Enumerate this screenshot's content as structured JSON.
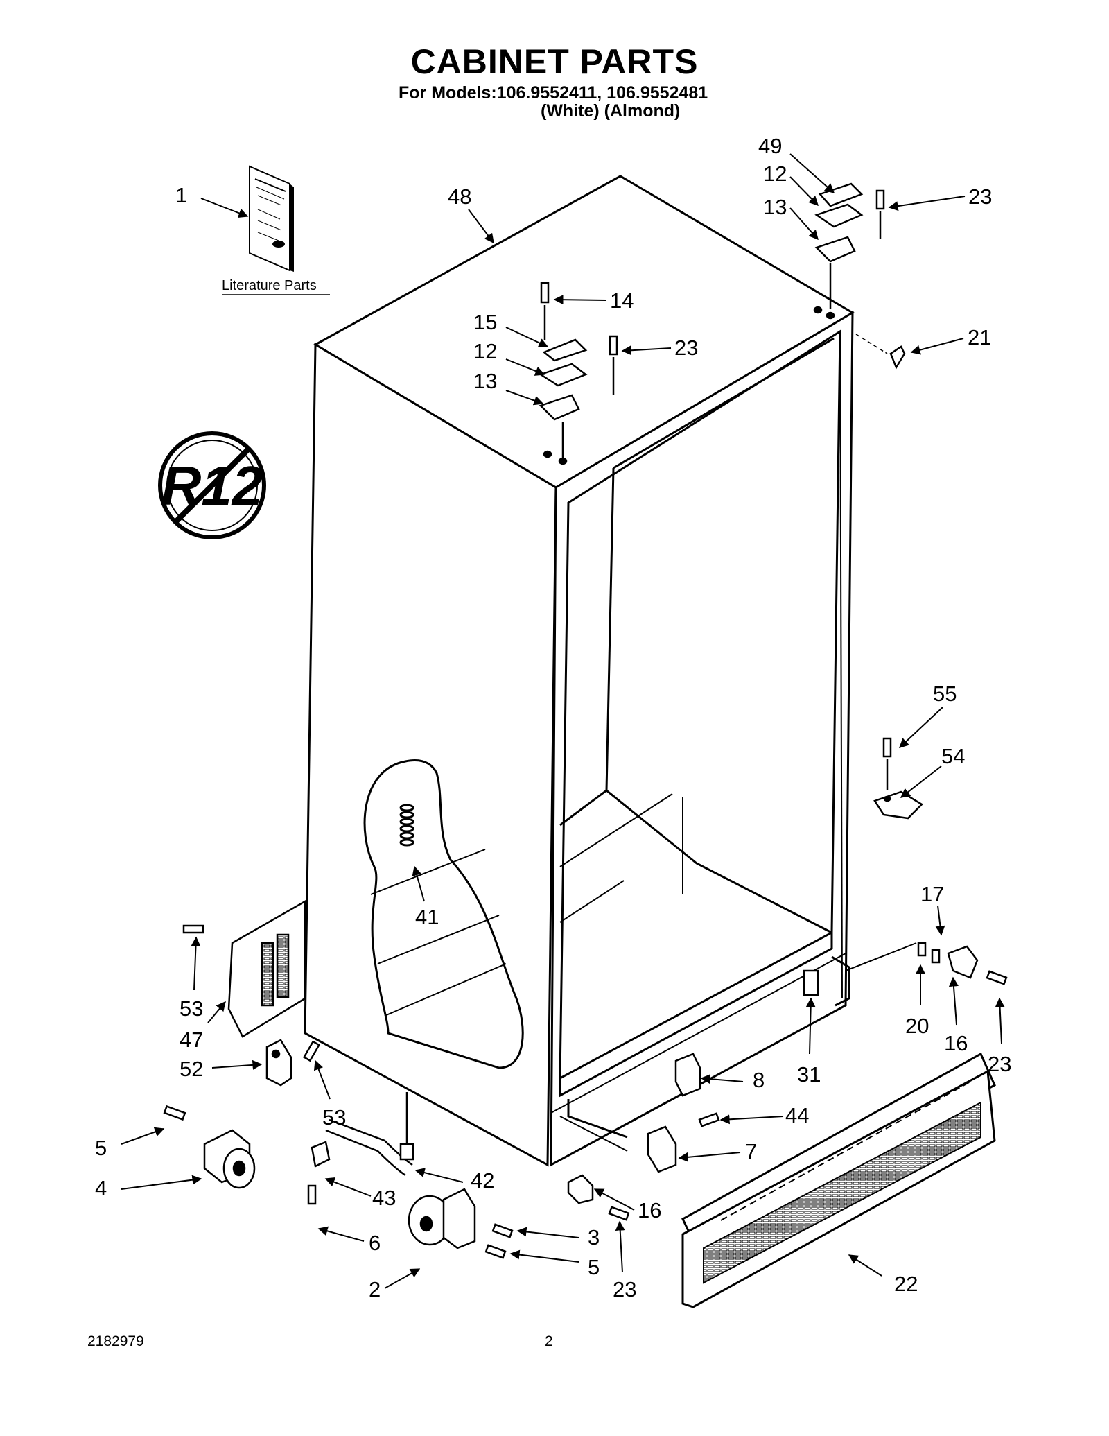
{
  "title": "CABINET PARTS",
  "subtitle_models": "For Models:106.9552411, 106.9552481",
  "subtitle_colors": "(White)  (Almond)",
  "literature_label": "Literature Parts",
  "callouts": {
    "n1": "1",
    "n48": "48",
    "n49": "49",
    "n12a": "12",
    "n13a": "13",
    "n23a": "23",
    "n14": "14",
    "n15": "15",
    "n12b": "12",
    "n23b": "23",
    "n13b": "13",
    "n21": "21",
    "n55": "55",
    "n54": "54",
    "n17": "17",
    "n41": "41",
    "n53a": "53",
    "n47": "47",
    "n52": "52",
    "n53b": "53",
    "n20": "20",
    "n16a": "16",
    "n23c": "23",
    "n31": "31",
    "n8": "8",
    "n44": "44",
    "n7": "7",
    "n42": "42",
    "n43": "43",
    "n6": "6",
    "n5a": "5",
    "n4": "4",
    "n16b": "16",
    "n23d": "23",
    "n22": "22",
    "n3": "3",
    "n5b": "5",
    "n2": "2"
  },
  "footer": {
    "doc_number": "2182979",
    "page_number": "2"
  }
}
